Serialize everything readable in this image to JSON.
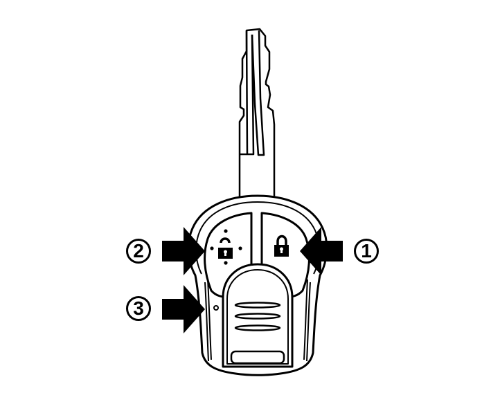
{
  "figure": {
    "subject": "Remote keyless entry key fob with integrated key blade",
    "colors": {
      "line": "#000000",
      "background": "#ffffff"
    }
  },
  "callouts": [
    {
      "number": "1",
      "target": "Lock button",
      "icon": "locked-padlock-icon"
    },
    {
      "number": "2",
      "target": "Unlock button",
      "icon": "unlocked-padlock-icon"
    },
    {
      "number": "3",
      "target": "Indicator light (LED)",
      "icon": "led-indicator-icon"
    }
  ],
  "parts": {
    "key_blade": "key-blade",
    "fob_body": "fob-housing",
    "lock_button": "lock-button",
    "unlock_button": "unlock-button",
    "panic_or_trunk_button": "lower-center-button"
  }
}
